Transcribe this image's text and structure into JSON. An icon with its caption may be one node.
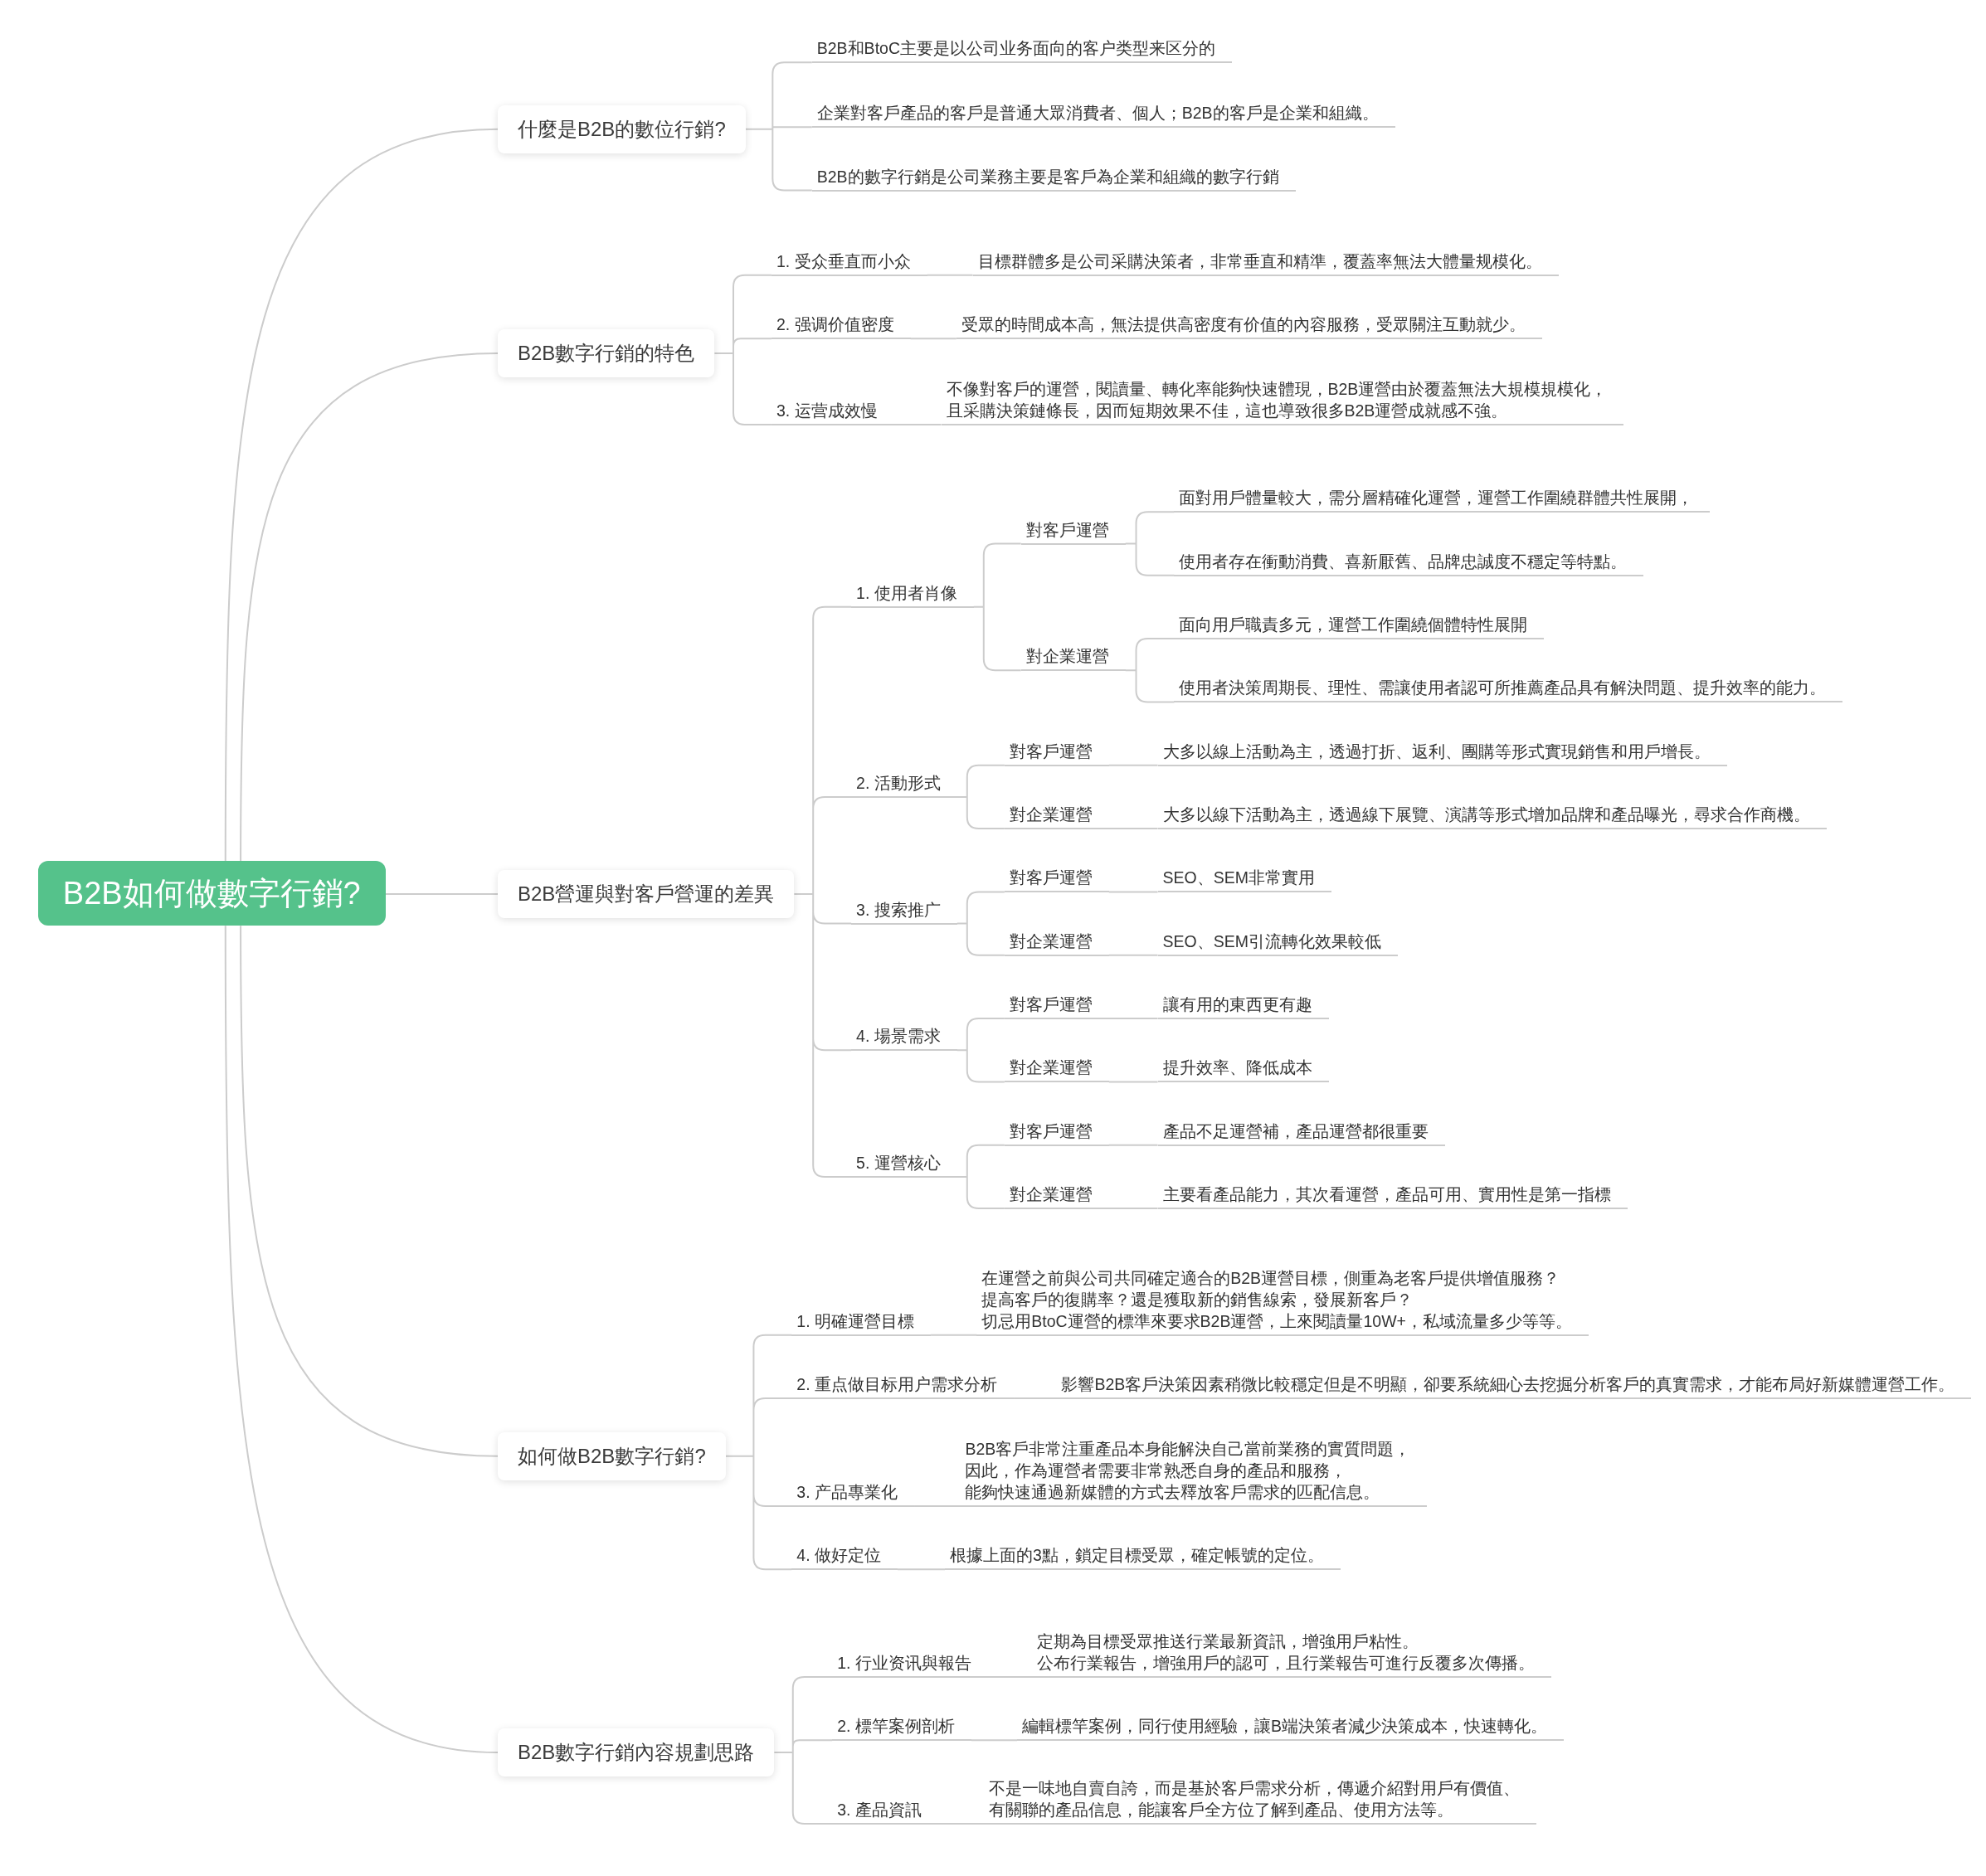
{
  "diagram": {
    "nodes": [
      {
        "text": [
          "B2B如何做數字行銷?"
        ]
      },
      {
        "text": [
          "什麼是B2B的數位行銷?"
        ]
      },
      {
        "text": [
          "B2B和BtoC主要是以公司业务面向的客户类型来区分的"
        ]
      },
      {
        "text": [
          "企業對客戶產品的客戶是普通大眾消費者、個人；B2B的客戶是企業和組織。"
        ]
      },
      {
        "text": [
          "B2B的數字行銷是公司業務主要是客戶為企業和組織的數字行銷"
        ]
      },
      {
        "text": [
          "B2B數字行銷的特色"
        ]
      },
      {
        "text": [
          "1. 受众垂直而小众"
        ]
      },
      {
        "text": [
          "目標群體多是公司采購決策者，非常垂直和精準，覆蓋率無法大體量规模化。"
        ]
      },
      {
        "text": [
          "2. 强调价值密度"
        ]
      },
      {
        "text": [
          "受眾的時間成本高，無法提供高密度有价值的內容服務，受眾關注互動就少。"
        ]
      },
      {
        "text": [
          "3. 运营成效慢"
        ]
      },
      {
        "text": [
          "不像對客戶的運營，閱讀量、轉化率能夠快速體現，B2B運營由於覆蓋無法大規模規模化，且采購決策鏈條長，因而短期效果不佳，這也導致很多B2B運營成就感不強。"
        ]
      },
      {
        "text": [
          "B2B營運與對客戶營運的差異"
        ]
      },
      {
        "text": [
          "1. 使用者肖像"
        ]
      },
      {
        "text": [
          "對客戶運營"
        ]
      },
      {
        "text": [
          "面對用戶體量較大，需分層精確化運營，運營工作圍繞群體共性展開，"
        ]
      },
      {
        "text": [
          "使用者存在衝動消費、喜新厭舊、品牌忠誠度不穩定等特點。"
        ]
      },
      {
        "text": [
          "對企業運營"
        ]
      },
      {
        "text": [
          "面向用戶職責多元，運營工作圍繞個體特性展開"
        ]
      },
      {
        "text": [
          "使用者決策周期長、理性、需讓使用者認可所推薦產品具有解決問題、提升效率的能力。"
        ]
      },
      {
        "text": [
          "2. 活動形式"
        ]
      },
      {
        "text": [
          "對客戶運營"
        ]
      },
      {
        "text": [
          "大多以線上活動為主，透過打折、返利、團購等形式實現銷售和用戶增長。"
        ]
      },
      {
        "text": [
          "對企業運營"
        ]
      },
      {
        "text": [
          "大多以線下活動為主，透過線下展覽、演講等形式增加品牌和產品曝光，尋求合作商機。"
        ]
      },
      {
        "text": [
          "3. 搜索推广"
        ]
      },
      {
        "text": [
          "對客戶運營"
        ]
      },
      {
        "text": [
          "SEO、SEM非常實用"
        ]
      },
      {
        "text": [
          "對企業運營"
        ]
      },
      {
        "text": [
          "SEO、SEM引流轉化效果較低"
        ]
      },
      {
        "text": [
          "4. 場景需求"
        ]
      },
      {
        "text": [
          "對客戶運營"
        ]
      },
      {
        "text": [
          "讓有用的東西更有趣"
        ]
      },
      {
        "text": [
          "對企業運營"
        ]
      },
      {
        "text": [
          "提升效率、降低成本"
        ]
      },
      {
        "text": [
          "5. 運營核心"
        ]
      },
      {
        "text": [
          "對客戶運營"
        ]
      },
      {
        "text": [
          "產品不足運營補，產品運營都很重要"
        ]
      },
      {
        "text": [
          "對企業運營"
        ]
      },
      {
        "text": [
          "主要看產品能力，其次看運營，產品可用、實用性是第一指標"
        ]
      },
      {
        "text": [
          "如何做B2B數字行銷?"
        ]
      },
      {
        "text": [
          "1. 明確運營目標"
        ]
      },
      {
        "text": [
          "在運營之前與公司共同確定適合的B2B運營目標，側重為老客戶提供增值服務？提高客戶的復購率？還是獲取新的銷售線索，發展新客戶？切忌用BtoC運營的標準來要求B2B運營，上來閱讀量10W+，私域流量多少等等。"
        ]
      },
      {
        "text": [
          "2. 重点做目标用户需求分析"
        ]
      },
      {
        "text": [
          "影響B2B客戶決策因素稍微比較穩定但是不明顯，卻要系統細心去挖掘分析客戶的真實需求，才能布局好新媒體運營工作。"
        ]
      },
      {
        "text": [
          "3. 产品專業化"
        ]
      },
      {
        "text": [
          "B2B客戶非常注重產品本身能解決自己當前業務的實質問題，因此，作為運營者需要非常熟悉自身的產品和服務，能夠快速通過新媒體的方式去釋放客戶需求的匹配信息。"
        ]
      },
      {
        "text": [
          "4. 做好定位"
        ]
      },
      {
        "text": [
          "根據上面的3點，鎖定目標受眾，確定帳號的定位。"
        ]
      },
      {
        "text": [
          "B2B數字行銷內容規劃思路"
        ]
      },
      {
        "text": [
          "1. 行业资讯與報告"
        ]
      },
      {
        "text": [
          "定期為目標受眾推送行業最新資訊，增強用戶粘性。公布行業報告，增強用戶的認可，且行業報告可進行反覆多次傳播。"
        ]
      },
      {
        "text": [
          "2. 標竿案例剖析"
        ]
      },
      {
        "text": [
          "編輯標竿案例，同行使用經驗，讓B端決策者減少決策成本，快速轉化。"
        ]
      },
      {
        "text": [
          "3. 產品資訊"
        ]
      },
      {
        "text": [
          "不是一味地自賣自誇，而是基於客戶需求分析，傳遞介紹對用戶有價值、有關聯的產品信息，能讓客戶全方位了解到產品、使用方法等。"
        ]
      }
    ],
    "edges": [
      {
        "from": 0,
        "to": 1,
        "arrow": "none"
      },
      {
        "from": 0,
        "to": 5,
        "arrow": "none"
      },
      {
        "from": 0,
        "to": 12,
        "arrow": "none"
      },
      {
        "from": 0,
        "to": 40,
        "arrow": "none"
      },
      {
        "from": 0,
        "to": 49,
        "arrow": "none"
      },
      {
        "from": 1,
        "to": 2,
        "arrow": "none"
      },
      {
        "from": 1,
        "to": 3,
        "arrow": "none"
      },
      {
        "from": 1,
        "to": 4,
        "arrow": "none"
      },
      {
        "from": 5,
        "to": 6,
        "arrow": "none"
      },
      {
        "from": 6,
        "to": 7,
        "arrow": "none"
      },
      {
        "from": 5,
        "to": 8,
        "arrow": "none"
      },
      {
        "from": 8,
        "to": 9,
        "arrow": "none"
      },
      {
        "from": 5,
        "to": 10,
        "arrow": "none"
      },
      {
        "from": 10,
        "to": 11,
        "arrow": "none"
      },
      {
        "from": 12,
        "to": 13,
        "arrow": "none"
      },
      {
        "from": 13,
        "to": 14,
        "arrow": "none"
      },
      {
        "from": 14,
        "to": 15,
        "arrow": "none"
      },
      {
        "from": 14,
        "to": 16,
        "arrow": "none"
      },
      {
        "from": 13,
        "to": 17,
        "arrow": "none"
      },
      {
        "from": 17,
        "to": 18,
        "arrow": "none"
      },
      {
        "from": 17,
        "to": 19,
        "arrow": "none"
      },
      {
        "from": 12,
        "to": 20,
        "arrow": "none"
      },
      {
        "from": 20,
        "to": 21,
        "arrow": "none"
      },
      {
        "from": 21,
        "to": 22,
        "arrow": "none"
      },
      {
        "from": 20,
        "to": 23,
        "arrow": "none"
      },
      {
        "from": 23,
        "to": 24,
        "arrow": "none"
      },
      {
        "from": 12,
        "to": 25,
        "arrow": "none"
      },
      {
        "from": 25,
        "to": 26,
        "arrow": "none"
      },
      {
        "from": 26,
        "to": 27,
        "arrow": "none"
      },
      {
        "from": 25,
        "to": 28,
        "arrow": "none"
      },
      {
        "from": 28,
        "to": 29,
        "arrow": "none"
      },
      {
        "from": 12,
        "to": 30,
        "arrow": "none"
      },
      {
        "from": 30,
        "to": 31,
        "arrow": "none"
      },
      {
        "from": 31,
        "to": 32,
        "arrow": "none"
      },
      {
        "from": 30,
        "to": 33,
        "arrow": "none"
      },
      {
        "from": 33,
        "to": 34,
        "arrow": "none"
      },
      {
        "from": 12,
        "to": 35,
        "arrow": "none"
      },
      {
        "from": 35,
        "to": 36,
        "arrow": "none"
      },
      {
        "from": 36,
        "to": 37,
        "arrow": "none"
      },
      {
        "from": 35,
        "to": 38,
        "arrow": "none"
      },
      {
        "from": 38,
        "to": 39,
        "arrow": "none"
      },
      {
        "from": 40,
        "to": 41,
        "arrow": "none"
      },
      {
        "from": 41,
        "to": 42,
        "arrow": "none"
      },
      {
        "from": 40,
        "to": 43,
        "arrow": "none"
      },
      {
        "from": 43,
        "to": 44,
        "arrow": "none"
      },
      {
        "from": 40,
        "to": 45,
        "arrow": "none"
      },
      {
        "from": 45,
        "to": 46,
        "arrow": "none"
      },
      {
        "from": 40,
        "to": 47,
        "arrow": "none"
      },
      {
        "from": 47,
        "to": 48,
        "arrow": "none"
      },
      {
        "from": 49,
        "to": 50,
        "arrow": "none"
      },
      {
        "from": 50,
        "to": 51,
        "arrow": "none"
      },
      {
        "from": 49,
        "to": 52,
        "arrow": "none"
      },
      {
        "from": 52,
        "to": 53,
        "arrow": "none"
      },
      {
        "from": 49,
        "to": 54,
        "arrow": "none"
      },
      {
        "from": 54,
        "to": 55,
        "arrow": "none"
      }
    ]
  }
}
